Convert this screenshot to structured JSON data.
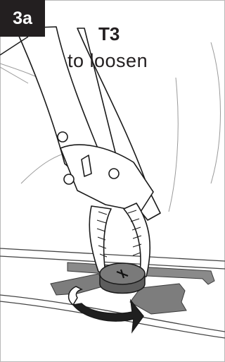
{
  "step": {
    "label": "3a"
  },
  "header": {
    "tool": "T3",
    "instruction": "to loosen"
  },
  "colors": {
    "badge_bg": "#231f20",
    "tape": "#7f7f7f",
    "cap": "#6f6f6f",
    "arrow": "#1a1a1a"
  },
  "icons": [
    "locking-pliers-icon",
    "counterclockwise-arrow-icon"
  ]
}
